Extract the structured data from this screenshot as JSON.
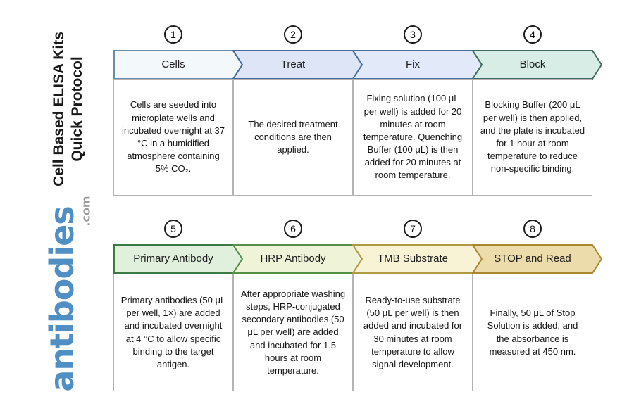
{
  "sidebar": {
    "title_line1": "Cell Based ELISA Kits",
    "title_line2": "Quick Protocol",
    "brand": "antibodies",
    "brand_tld": ".com",
    "brand_color": "#4f8fc4",
    "tld_color": "#9b9b9b"
  },
  "steps": [
    {
      "number": "1",
      "label": "Cells",
      "fill": "#f3f8fb",
      "stroke": "#6b8cab",
      "description": "Cells are seeded into microplate wells and incubated overnight at 37 °C in a humidified atmosphere containing 5% CO₂."
    },
    {
      "number": "2",
      "label": "Treat",
      "fill": "#dee5f7",
      "stroke": "#47699b",
      "description": "The desired treatment conditions are then applied."
    },
    {
      "number": "3",
      "label": "Fix",
      "fill": "#e2eaf9",
      "stroke": "#4a6f9e",
      "description": "Fixing solution (100 μL per well) is added for 20 minutes at room temperature. Quenching Buffer (100 μL) is then added for 20 minutes at room temperature."
    },
    {
      "number": "4",
      "label": "Block",
      "fill": "#d7ede5",
      "stroke": "#436a62",
      "description": "Blocking Buffer (200 μL per well) is then applied, and the plate is incubated for 1 hour at room temperature to reduce non-specific binding."
    },
    {
      "number": "5",
      "label": "Primary Antibody",
      "fill": "#e1efdd",
      "stroke": "#3b7a45",
      "description": "Primary antibodies (50 μL per well, 1×) are added and incubated overnight at 4 °C to allow specific binding to the target antigen."
    },
    {
      "number": "6",
      "label": "HRP Antibody",
      "fill": "#eff4d9",
      "stroke": "#549147",
      "description": "After appropriate washing steps, HRP-conjugated secondary antibodies (50 μL per well) are added and incubated for 1.5 hours at room temperature."
    },
    {
      "number": "7",
      "label": "TMB Substrate",
      "fill": "#f8f3d5",
      "stroke": "#b29a45",
      "description": "Ready-to-use substrate (50 μL per well) is then added and incubated for 30 minutes at room temperature to allow signal development."
    },
    {
      "number": "8",
      "label": "STOP and Read",
      "fill": "#eddcab",
      "stroke": "#a8872e",
      "description": "Finally, 50 μL of Stop Solution is added, and the absorbance is measured at 450 nm."
    }
  ]
}
